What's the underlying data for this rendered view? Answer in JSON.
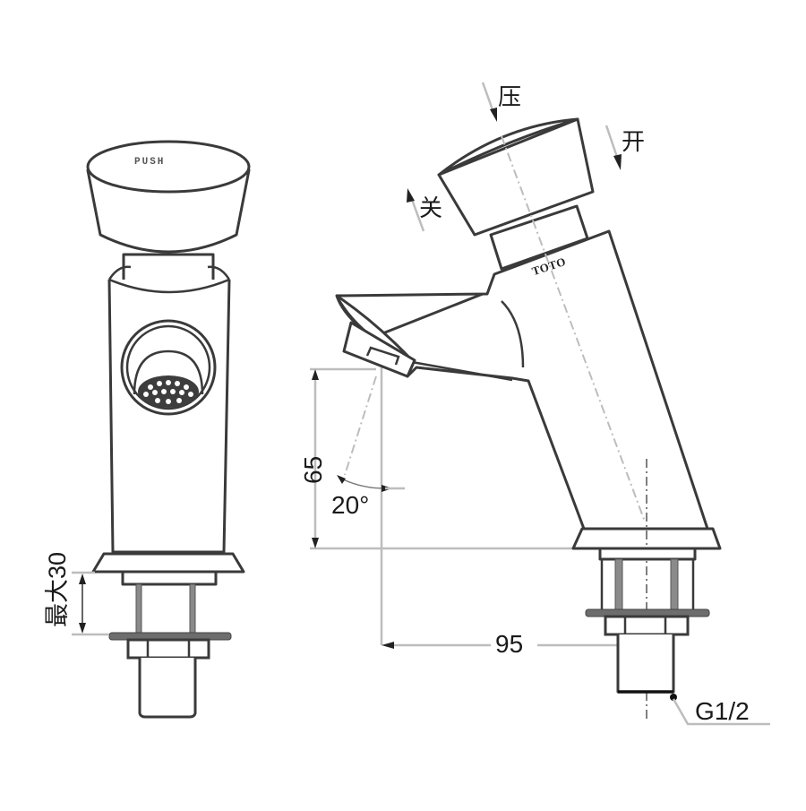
{
  "diagram": {
    "subject": "TOTO self-closing push faucet technical drawing",
    "views": {
      "front": {
        "button_text": "PUSH",
        "thickness_label": "最大30"
      },
      "side": {
        "brand_text": "TOTO",
        "action_labels": {
          "press": "压",
          "open": "开",
          "close": "关"
        },
        "dimensions": {
          "spout_height": "65",
          "spray_angle": "20°",
          "spout_reach": "95",
          "thread_size": "G1/2"
        }
      }
    },
    "colors": {
      "line": "#3a3a3a",
      "dimension_line": "#bdbdbd",
      "background": "#ffffff"
    }
  }
}
